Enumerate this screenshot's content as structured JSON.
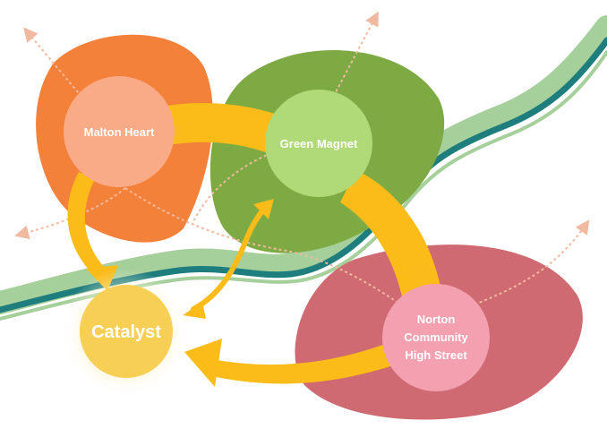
{
  "nodes": {
    "malton_heart": {
      "label": "Malton Heart",
      "blob_color": "#f4813a",
      "circle_color": "#f8ab86"
    },
    "green_magnet": {
      "label": "Green Magnet",
      "blob_color": "#7eaa44",
      "circle_color": "#b0d978"
    },
    "norton": {
      "lines": [
        "Norton",
        "Community",
        "High Street"
      ],
      "blob_color": "#cf6a72",
      "circle_color": "#f3a0b0"
    },
    "catalyst": {
      "label": "Catalyst",
      "circle_color": "#f8cf55"
    }
  },
  "colors": {
    "arrow": "#fbbc1a",
    "river_dark": "#1e7d7d",
    "river_light": "#a5cf9b",
    "radiating_arrow": "#f1b9a0"
  }
}
